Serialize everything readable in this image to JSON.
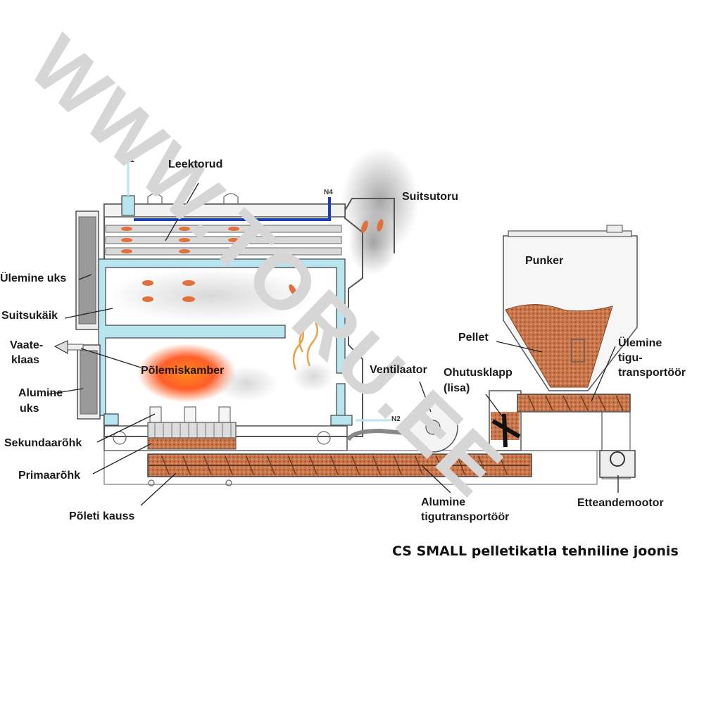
{
  "watermark": "WWW.TORU.EE",
  "title": "CS SMALL pelletikatla tehniline joonis",
  "connections": {
    "n1": "N1",
    "n2": "N2",
    "n4": "N4"
  },
  "labels": {
    "leektorud": "Leektorud",
    "suitsutoru": "Suitsutoru",
    "punker": "Punker",
    "ulemine_uks": "Ülemine uks",
    "suitsukaik": "Suitsukäik",
    "vaateklaas_1": "Vaate-",
    "vaateklaas_2": "klaas",
    "polemiskamber": "Põlemiskamber",
    "alumine_uks_1": "Alumine",
    "alumine_uks_2": "uks",
    "pellet": "Pellet",
    "ventilaator": "Ventilaator",
    "ohutusklapp_1": "Ohutusklapp",
    "ohutusklapp_2": "(lisa)",
    "ulemine_tigu_1": "Ülemine",
    "ulemine_tigu_2": "tigu-",
    "ulemine_tigu_3": "transportöör",
    "sekundaarohk": "Sekundaarõhk",
    "primaarohk": "Primaarõhk",
    "poleti_kauss": "Põleti kauss",
    "alumine_tigu_1": "Alumine",
    "alumine_tigu_2": "tigutransportöör",
    "etteandemootor": "Etteandemootor"
  },
  "colors": {
    "water_jacket": "#b8e6f0",
    "water_pipe": "#1a3fb0",
    "pellet": "#c8764a",
    "flame": "#ff6a1a",
    "smoke": "#9a9a9a",
    "watermark": "#d6d6d6"
  }
}
